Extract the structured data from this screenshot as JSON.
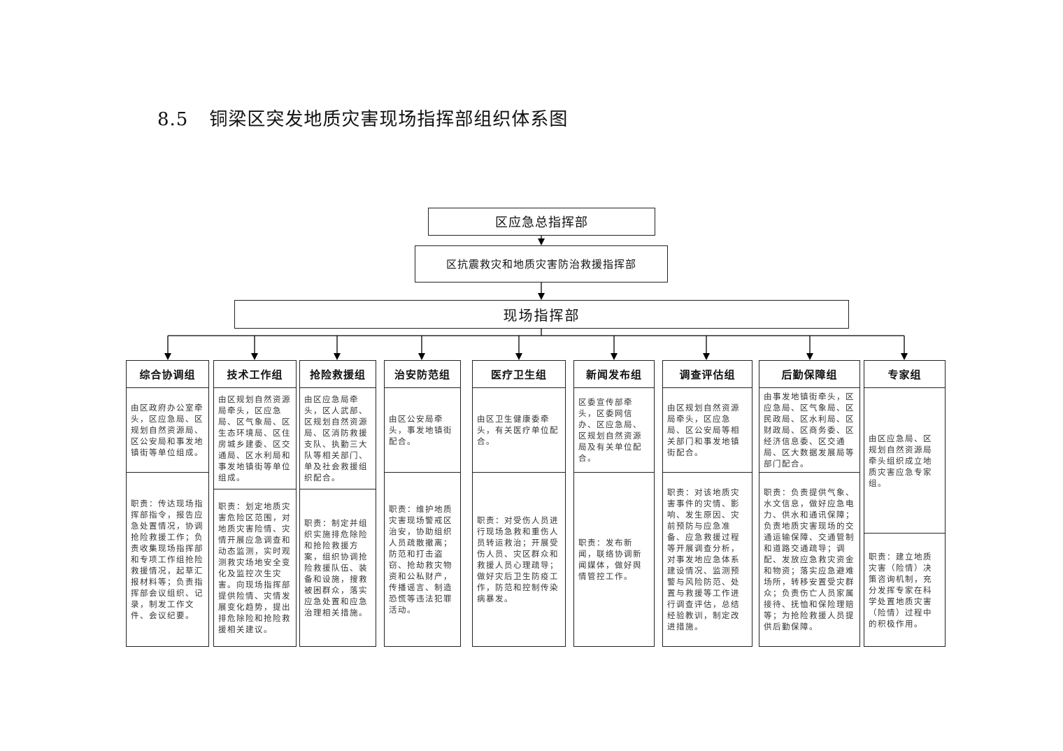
{
  "title": {
    "number": "8.5",
    "text": "铜梁区突发地质灾害现场指挥部组织体系图"
  },
  "top_boxes": [
    "区应急总指挥部",
    "区抗震救灾和地质灾害防治救援指挥部",
    "现场指挥部"
  ],
  "groups": [
    {
      "name": "综合协调组",
      "org": "由区政府办公室牵头，区应急局、区规划自然资源局、区公安局和事发地镇街等单位组成。",
      "duty": "职责：传达现场指挥部指令，报告应急处置情况，协调抢险救援工作；负责收集现场指挥部和专项工作组抢险救援情况，起草汇报材料等；负责指挥部会议组织、记录，制发工作文件、会议纪要。"
    },
    {
      "name": "技术工作组",
      "org": "由区规划自然资源局牵头，区应急局、区气象局、区生态环境局、区住房城乡建委、区交通局、区水利局和事发地镇街等单位组成。",
      "duty": "职责：划定地质灾害危险区范围，对地质灾害险情、灾情开展应急调查和动态监测，实时观测救灾场地安全变化及监控次生灾害。向现场指挥部提供险情、灾情发展变化趋势，提出排危除险和抢险救援相关建议。"
    },
    {
      "name": "抢险救援组",
      "org": "由区应急局牵头，区人武部、区规划自然资源局、区消防救援支队、执勤三大队等相关部门、单及社会救援组织配合。",
      "duty": "职责：制定并组织实施排危除险和抢险救援方案，组织协调抢险救援队伍、装备和设施，搜救被困群众，落实应急处置和应急治理相关措施。"
    },
    {
      "name": "治安防范组",
      "org": "由区公安局牵头，事发地镇街配合。",
      "duty": "职责：维护地质灾害现场警戒区治安，协助组织人员疏散撤离；防范和打击盗窃、抢劫救灾物资和公私财产，传播谣言、制造恐慌等违法犯罪活动。"
    },
    {
      "name": "医疗卫生组",
      "org": "由区卫生健康委牵头，有关医疗单位配合。",
      "duty": "职责：对受伤人员进行现场急救和重伤人员转运救治；开展受伤人员、灾区群众和救援人员心理疏导；做好灾后卫生防疫工作，防范和控制传染病暴发。"
    },
    {
      "name": "新闻发布组",
      "org": "区委宣传部牵头，区委网信办、区应急局、区规划自然资源局及有关单位配合。",
      "duty": "职责：发布新闻，联络协调新闻媒体，做好舆情管控工作。"
    },
    {
      "name": "调查评估组",
      "org": "由区规划自然资源局牵头，区应急局、区公安局等相关部门和事发地镇街配合。",
      "duty": "职责：对该地质灾害事件的灾情、影响、发生原因、灾前预防与应急准备、应急救援过程等开展调查分析，对事发地应急体系建设情况、监测预警与风险防范、处置与救援等工作进行调查评估，总结经验教训，制定改进措施。"
    },
    {
      "name": "后勤保障组",
      "org": "由事发地镇街牵头，区应急局、区气象局、区民政局、区水利局、区财政局、区商务委、区经济信息委、区交通局、区大数据发展局等部门配合。",
      "duty": "职责：负责提供气象、水文信息，做好应急电力、供水和通讯保障；负责地质灾害现场的交通运输保障、交通管制和道路交通疏导；调配、发放应急救灾资金和物资；落实应急避难场所，转移安置受灾群众；负责伤亡人员家属接待、抚恤和保险理赔等；为抢险救援人员提供后勤保障。"
    },
    {
      "name": "专家组",
      "org": "由区应急局、区规划自然资源局牵头组织成立地质灾害应急专家组。",
      "duty": "职责：建立地质灾害（险情）决策咨询机制，充分发挥专家在科学处置地质灾害（险情）过程中的积极作用。"
    }
  ]
}
